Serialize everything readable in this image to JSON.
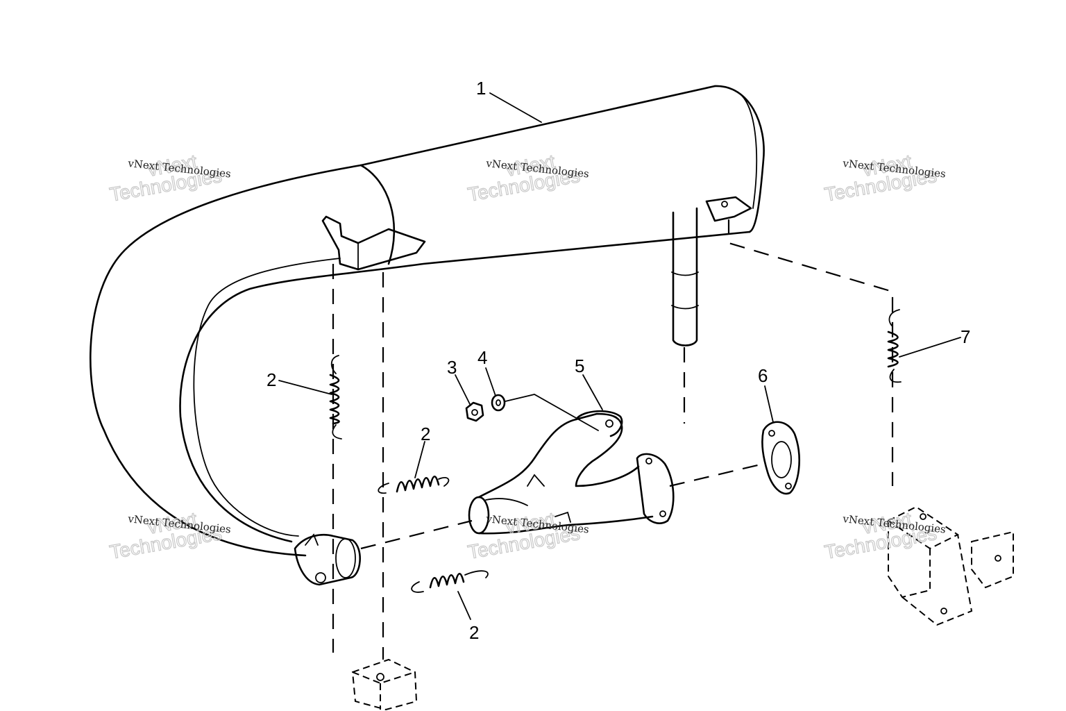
{
  "callouts": {
    "c1": "1",
    "c2a": "2",
    "c2b": "2",
    "c2c": "2",
    "c3": "3",
    "c4": "4",
    "c5": "5",
    "c6": "6",
    "c7": "7"
  },
  "watermark": {
    "line_small": "vNext Technologies",
    "big_top": "vNext",
    "big_bottom": "Technologies"
  }
}
